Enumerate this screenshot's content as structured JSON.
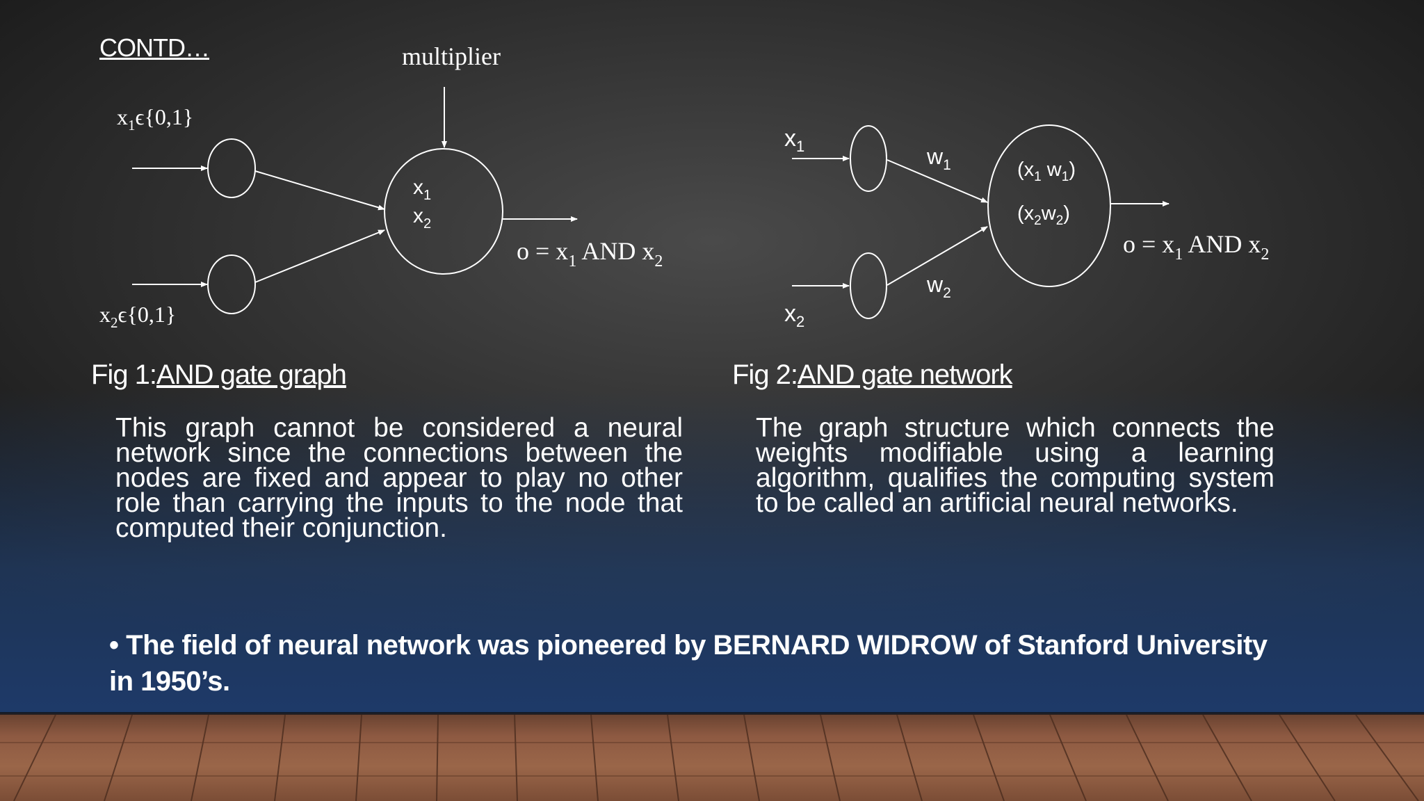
{
  "slide_title": "CONTD…",
  "figure1": {
    "multiplier_label": "multiplier",
    "input1": {
      "main": "x",
      "sub": "1",
      "rest": "ϵ{0,1}"
    },
    "input2": {
      "main": "x",
      "sub": "2",
      "rest": "ϵ{0,1}"
    },
    "node_line1": {
      "main": "x",
      "sub": "1"
    },
    "node_line2": {
      "main": "x",
      "sub": "2"
    },
    "output": {
      "a": "o = x",
      "sub1": "1",
      "b": " AND x",
      "sub2": "2"
    },
    "caption_prefix": "Fig 1:",
    "caption_text": "AND gate graph",
    "description": "This graph cannot be considered a neural network since the connections between the nodes are fixed and appear to play no other role than carrying the inputs to the node that computed their conjunction."
  },
  "figure2": {
    "input1": {
      "main": "x",
      "sub": "1"
    },
    "input2": {
      "main": "x",
      "sub": "2"
    },
    "weight1": {
      "main": "w",
      "sub": "1"
    },
    "weight2": {
      "main": "w",
      "sub": "2"
    },
    "node_line1": {
      "open": "(x",
      "s1": "1",
      "mid": " w",
      "s2": "1",
      "close": ")"
    },
    "node_line2": {
      "open": "(x",
      "s1": "2",
      "mid": "w",
      "s2": "2",
      "close": ")"
    },
    "output": {
      "a": "o = x",
      "sub1": "1",
      "b": " AND x",
      "sub2": "2"
    },
    "caption_prefix": "Fig 2:",
    "caption_text": "AND gate network",
    "description": "The graph structure which connects the weights modifiable using a learning algorithm, qualifies the computing system to be called an artificial neural networks."
  },
  "bullet": {
    "symbol": "•",
    "text": "The field of neural network was pioneered by BERNARD WIDROW of Stanford University in 1950’s."
  },
  "colors": {
    "text": "#ffffff",
    "background_dark": "#2c2c2c",
    "background_blue": "#223e68",
    "floor": "#8e5a42"
  }
}
